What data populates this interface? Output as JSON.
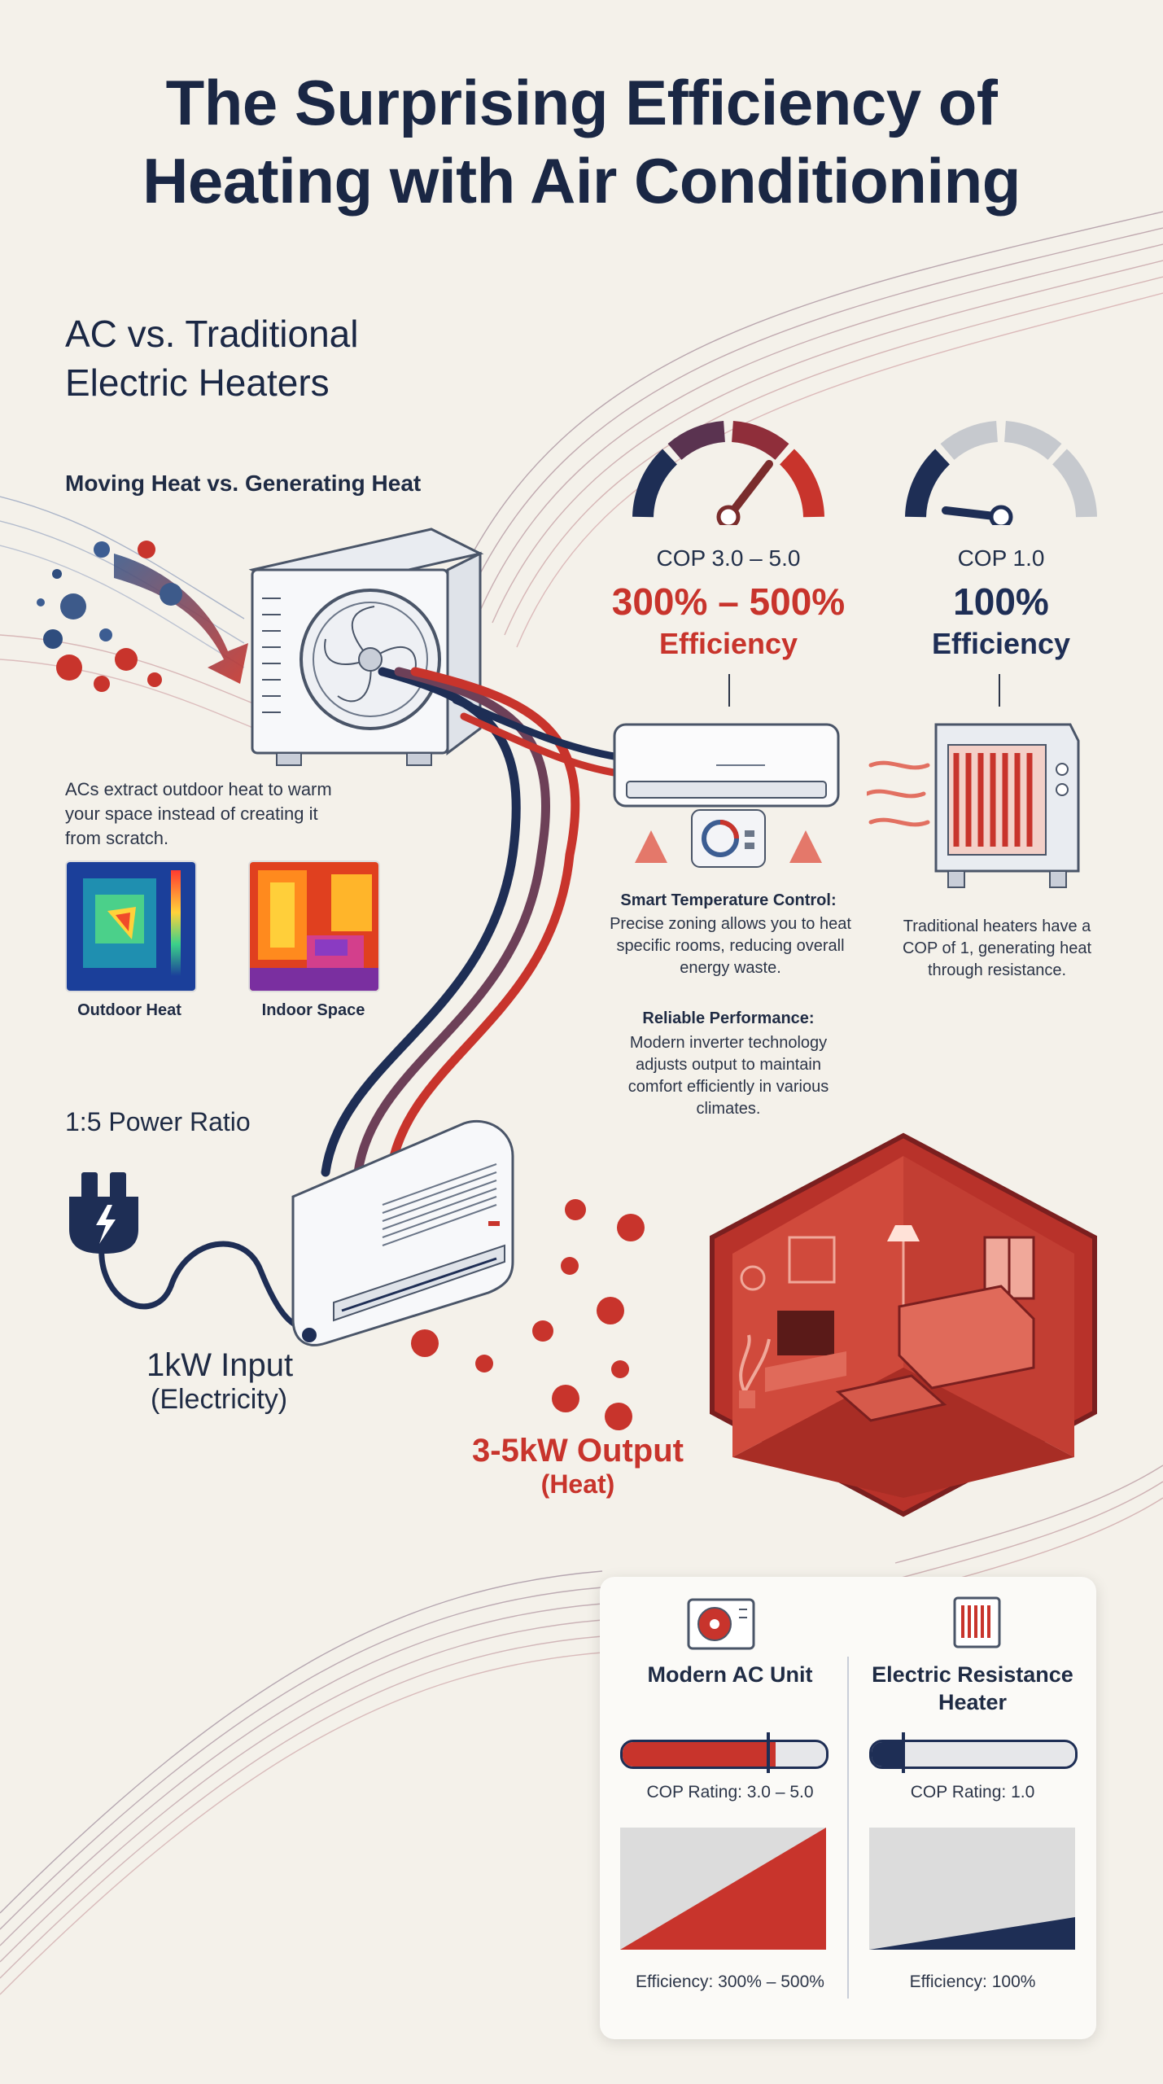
{
  "title_line1": "The Surprising Efficiency of",
  "title_line2": "Heating with Air Conditioning",
  "section_heading_line1": "AC vs. Traditional",
  "section_heading_line2": "Electric Heaters",
  "subheading": "Moving Heat vs. Generating Heat",
  "extract_text": "ACs extract outdoor heat to warm your space instead of creating it from scratch.",
  "thumbs": {
    "outdoor": "Outdoor Heat",
    "indoor": "Indoor Space"
  },
  "ac": {
    "cop": "COP 3.0 – 5.0",
    "pct": "300% – 500%",
    "eff": "Efficiency"
  },
  "heater": {
    "cop": "COP 1.0",
    "pct": "100%",
    "eff": "Efficiency"
  },
  "smart": {
    "title": "Smart Temperature Control:",
    "text": "Precise zoning allows you to heat specific rooms, reducing overall energy waste."
  },
  "reliable": {
    "title": "Reliable Performance:",
    "text": "Modern inverter technology adjusts output to maintain comfort efficiently in various climates."
  },
  "heater_text": "Traditional heaters have a COP of 1, generating heat through resistance.",
  "power_ratio": "1:5 Power Ratio",
  "input_line1": "1kW Input",
  "input_line2": "(Electricity)",
  "output_line1": "3-5kW Output",
  "output_line2": "(Heat)",
  "compare": {
    "left": {
      "title": "Modern AC Unit",
      "rating": "COP Rating: 3.0 – 5.0",
      "efficiency": "Efficiency: 300% – 500%",
      "bar_fill": 0.75
    },
    "right": {
      "title_line1": "Electric Resistance",
      "title_line2": "Heater",
      "rating": "COP Rating: 1.0",
      "efficiency": "Efficiency: 100%",
      "bar_fill": 0.15
    }
  },
  "colors": {
    "red": "#c8342c",
    "navy": "#1e2e55",
    "background": "#f4f1ea"
  }
}
